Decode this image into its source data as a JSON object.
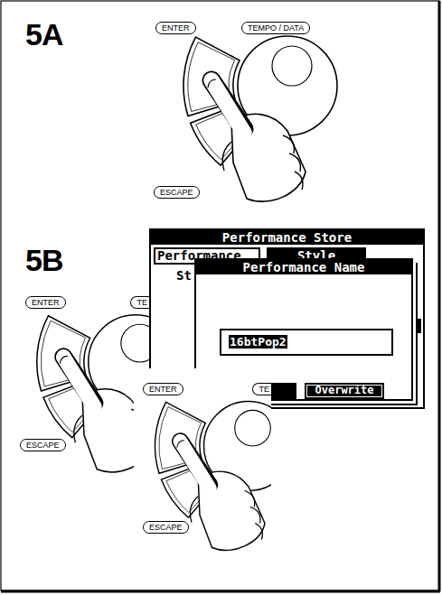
{
  "diagram": {
    "nodes": [
      {
        "text": [
          "ENTER"
        ]
      },
      {
        "text": [
          "TEMPO / DATA"
        ]
      },
      {
        "text": [
          "ESCAPE"
        ]
      },
      {
        "text": [
          "Performance Store"
        ]
      },
      {
        "text": [
          "Performance"
        ],
        "in": 3
      },
      {
        "text": [
          "Style"
        ],
        "in": 3
      },
      {
        "text": [
          "Performance Name"
        ],
        "in": 3
      },
      {
        "text": [
          "16btPop2"
        ],
        "in": 6
      },
      {
        "text": [
          "Overwrite"
        ],
        "in": 6
      },
      {
        "text": [
          "ENTER"
        ]
      },
      {
        "text": [
          "TE"
        ]
      },
      {
        "text": [
          "ESCAPE"
        ]
      },
      {
        "text": [
          "ENTER"
        ]
      },
      {
        "text": [
          "TE"
        ]
      },
      {
        "text": [
          "ESCAPE"
        ]
      }
    ],
    "labels": [
      "5A",
      "5B",
      "St"
    ]
  }
}
